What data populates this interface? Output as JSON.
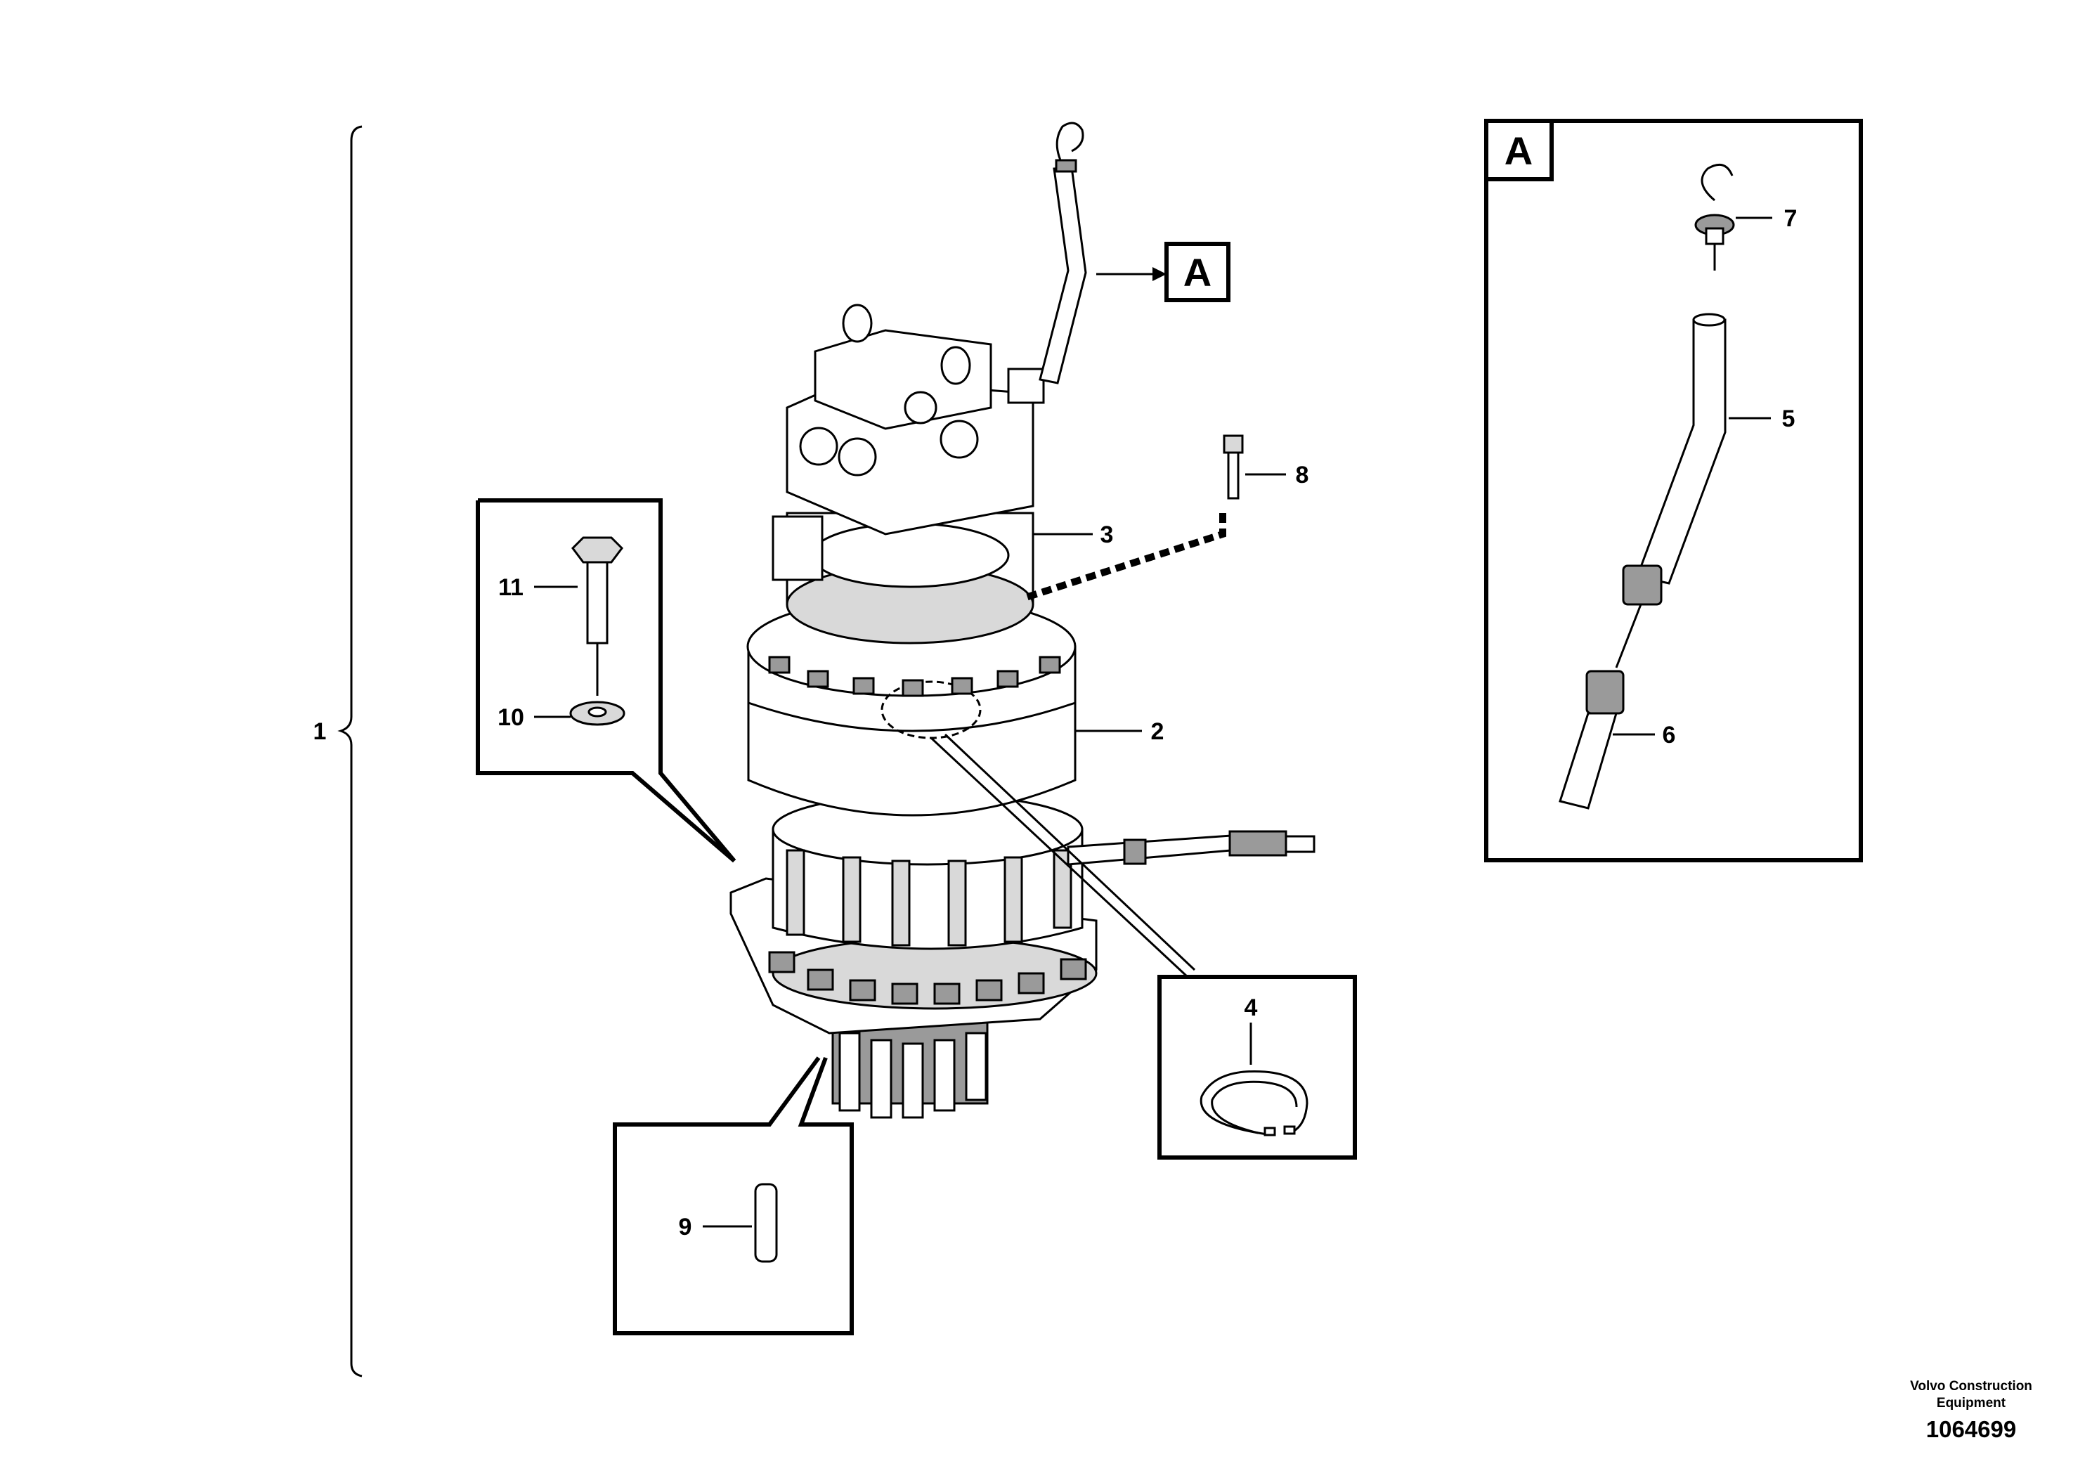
{
  "callouts": {
    "p1": "1",
    "p2": "2",
    "p3": "3",
    "p4": "4",
    "p5": "5",
    "p6": "6",
    "p7": "7",
    "p8": "8",
    "p9": "9",
    "p10": "10",
    "p11": "11"
  },
  "detail_ref": "A",
  "detail_box_label": "A",
  "footer": {
    "company_line1": "Volvo Construction",
    "company_line2": "Equipment",
    "document_number": "1064699"
  }
}
